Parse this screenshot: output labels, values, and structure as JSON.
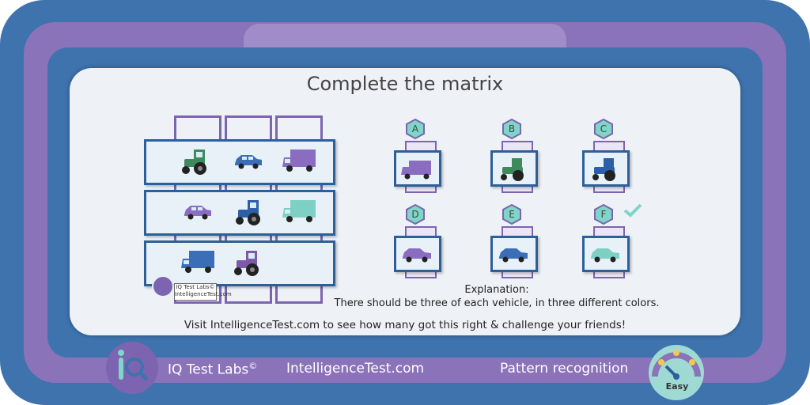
{
  "puzzle": {
    "title": "Complete the matrix",
    "matrix_rows": [
      [
        "green tractor",
        "blue car",
        "purple van"
      ],
      [
        "purple car",
        "blue tractor",
        "teal van"
      ],
      [
        "blue van",
        "purple tractor",
        ""
      ]
    ],
    "options": [
      {
        "letter": "A",
        "item": "purple van"
      },
      {
        "letter": "B",
        "item": "green tractor"
      },
      {
        "letter": "C",
        "item": "blue tractor"
      },
      {
        "letter": "D",
        "item": "purple car"
      },
      {
        "letter": "E",
        "item": "blue car"
      },
      {
        "letter": "F",
        "item": "teal car",
        "correct": true
      }
    ],
    "explanation_heading": "Explanation:",
    "explanation_text": "There should be three of each vehicle, in three different colors.",
    "visit_text": "Visit IntelligenceTest.com to see how many got this right & challenge your friends!",
    "mini_logo_line1": "IQ Test Labs©",
    "mini_logo_line2": "IntelligenceTest.com"
  },
  "footer": {
    "brand": "IQ Test Labs",
    "brand_mark": "©",
    "site": "IntelligenceTest.com",
    "category": "Pattern recognition",
    "difficulty": "Easy"
  },
  "colors": {
    "frame_blue": "#3e73ae",
    "frame_purple": "#8a73b8",
    "badge_teal": "#7fd6c8",
    "check_teal": "#7fd6c8",
    "purple": "#8a6cc0",
    "blue": "#3a6fb8",
    "green": "#3e8a5c",
    "teal": "#7fd0c4"
  }
}
